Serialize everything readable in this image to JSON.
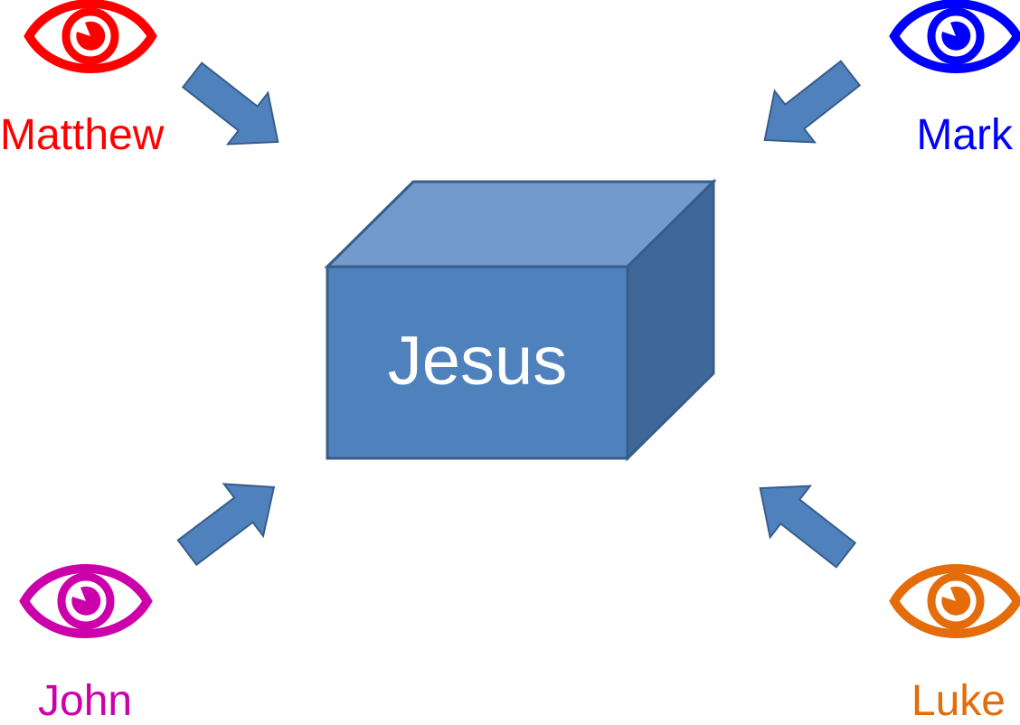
{
  "center": {
    "label": "Jesus",
    "colors": {
      "front": "#4f81bd",
      "top": "#729aca",
      "side": "#3f689a",
      "edge": "#385d8a",
      "text": "#ffffff"
    }
  },
  "arrow_color": "#4f81bd",
  "arrow_edge": "#385d8a",
  "observers": [
    {
      "id": "matthew",
      "name": "Matthew",
      "color": "#ff0000",
      "icon": "eye-icon"
    },
    {
      "id": "mark",
      "name": "Mark",
      "color": "#0000ff",
      "icon": "eye-icon"
    },
    {
      "id": "john",
      "name": "John",
      "color": "#cc00aa",
      "icon": "eye-icon"
    },
    {
      "id": "luke",
      "name": "Luke",
      "color": "#e46c0a",
      "icon": "eye-icon"
    }
  ]
}
